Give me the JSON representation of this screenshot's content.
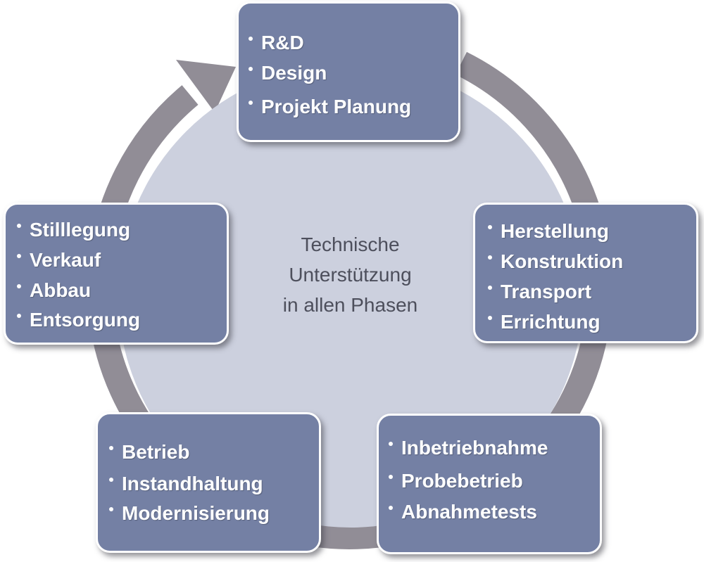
{
  "center_label": {
    "lines": [
      "Technische",
      "Unterstützung",
      "in allen Phasen"
    ]
  },
  "phases": [
    {
      "items": [
        "R&D",
        "Design",
        "Projekt Planung"
      ]
    },
    {
      "items": [
        "Herstellung",
        "Konstruktion",
        "Transport",
        "Errichtung"
      ]
    },
    {
      "items": [
        "Inbetriebnahme",
        "Probebetrieb",
        "Abnahmetests"
      ]
    },
    {
      "items": [
        "Betrieb",
        "Instandhaltung",
        "Modernisierung"
      ]
    },
    {
      "items": [
        "Stilllegung",
        "Verkauf",
        "Abbau",
        "Entsorgung"
      ]
    }
  ],
  "colors": {
    "box_fill": "#7480a4",
    "box_border": "#ffffff",
    "ring": "#918d96",
    "center_disc": "#ccd0de",
    "center_text": "#4d4f5c"
  }
}
